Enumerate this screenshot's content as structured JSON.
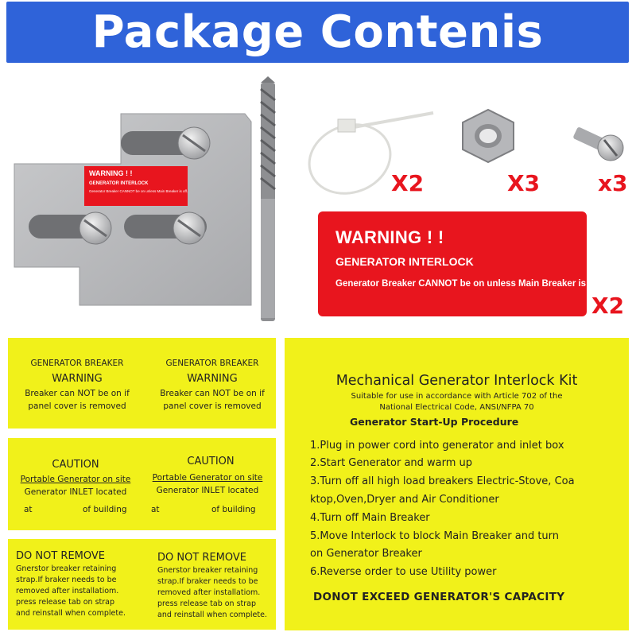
{
  "banner": {
    "title": "Package Contenis",
    "color": "#2f63d9"
  },
  "plate_sticker": {
    "title": "WARNING ! !",
    "subtitle": "GENERATOR INTERLOCK",
    "text": "Generator Breaker CANNOT be on unless Main Breaker is off."
  },
  "quantities": {
    "zip_ties": "X2",
    "nuts": "X3",
    "screws": "x3",
    "warning_sticker": "X2"
  },
  "warning_sticker": {
    "title": "WARNING ! !",
    "subtitle": "GENERATOR INTERLOCK",
    "text": "Generator Breaker CANNOT be on unless Main Breaker is off."
  },
  "label_generator_breaker": {
    "heading": "GENERATOR BREAKER",
    "warning": "WARNING",
    "line1": "Breaker can NOT be on if",
    "line2": "panel cover is removed"
  },
  "label_caution": {
    "heading": "CAUTION",
    "line1": "Portable Generator on site",
    "line2": "Generator INLET located",
    "at": "at",
    "of_building": "of building"
  },
  "label_do_not_remove": {
    "heading": "DO NOT REMOVE",
    "line1": "Gnerstor breaker retaining",
    "line2": "strap.If braker needs to be",
    "line3": "removed after installatiom.",
    "line4": "press release tab on strap",
    "line5": "and reinstall when complete."
  },
  "kit_label": {
    "title": "Mechanical Generator Interlock Kit",
    "sub1": "Suitable for use in accordance with Article 702 of the",
    "sub2": "National Electrical Code, ANSI/NFPA 70",
    "procedure": "Generator Start-Up Procedure",
    "steps": [
      "1.Plug in power cord into generator and inlet box",
      "2.Start Generator and warm up",
      "3.Turn off all high load breakers Electric-Stove, Coa",
      "ktop,Oven,Dryer and Air Conditioner",
      "4.Turn off Main Breaker",
      "5.Move Interlock to block Main Breaker and turn",
      "on Generator Breaker",
      "6.Reverse order to use Utility power"
    ],
    "footer": "DONOT EXCEED GENERATOR'S CAPACITY"
  },
  "colors": {
    "red": "#e8151e",
    "yellow": "#f1f11a",
    "metal": "#b9babc"
  }
}
